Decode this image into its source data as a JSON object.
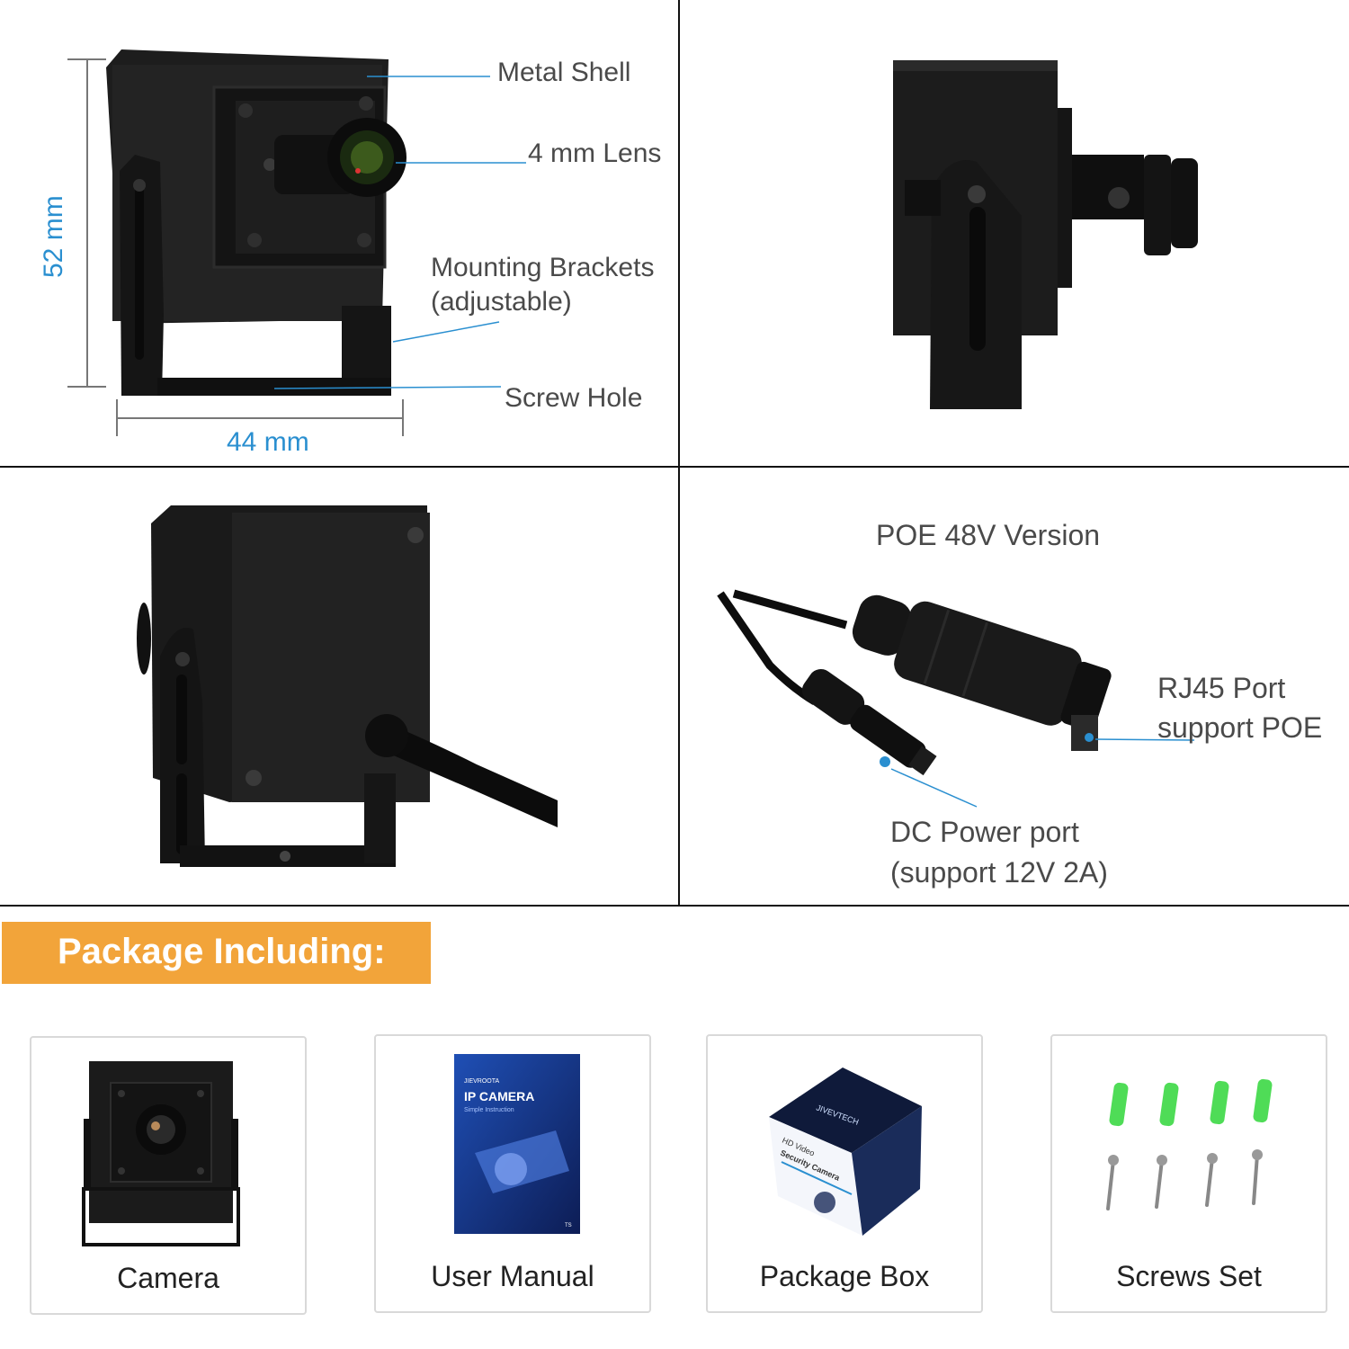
{
  "panel_top_left": {
    "callouts": {
      "metal_shell": "Metal Shell",
      "lens": "4 mm Lens",
      "brackets_line1": "Mounting Brackets",
      "brackets_line2": "(adjustable)",
      "screw_hole": "Screw Hole"
    },
    "dimensions": {
      "height": "52 mm",
      "width": "44  mm"
    }
  },
  "panel_bottom_right": {
    "title": "POE 48V Version",
    "rj45_line1": "RJ45 Port",
    "rj45_line2": "support POE",
    "dc_line1": "DC Power port",
    "dc_line2": "(support 12V 2A)"
  },
  "package": {
    "heading": "Package Including:",
    "items": [
      {
        "label": "Camera",
        "icon": "camera-icon"
      },
      {
        "label": "User Manual",
        "icon": "manual-icon"
      },
      {
        "label": "Package Box",
        "icon": "box-icon"
      },
      {
        "label": "Screws Set",
        "icon": "screws-icon"
      }
    ],
    "manual_cover": {
      "title": "IP CAMERA",
      "subtitle": "Simple Instruction",
      "brand": "JIEVROOTA",
      "page": "TS"
    },
    "box_print": {
      "brand": "JIVEVTECH",
      "line1": "HD Video",
      "line2": "Security Camera"
    }
  },
  "colors": {
    "accent_blue": "#2a8fd0",
    "banner_orange": "#f2a43a",
    "camera_black": "#1b1b1b"
  }
}
